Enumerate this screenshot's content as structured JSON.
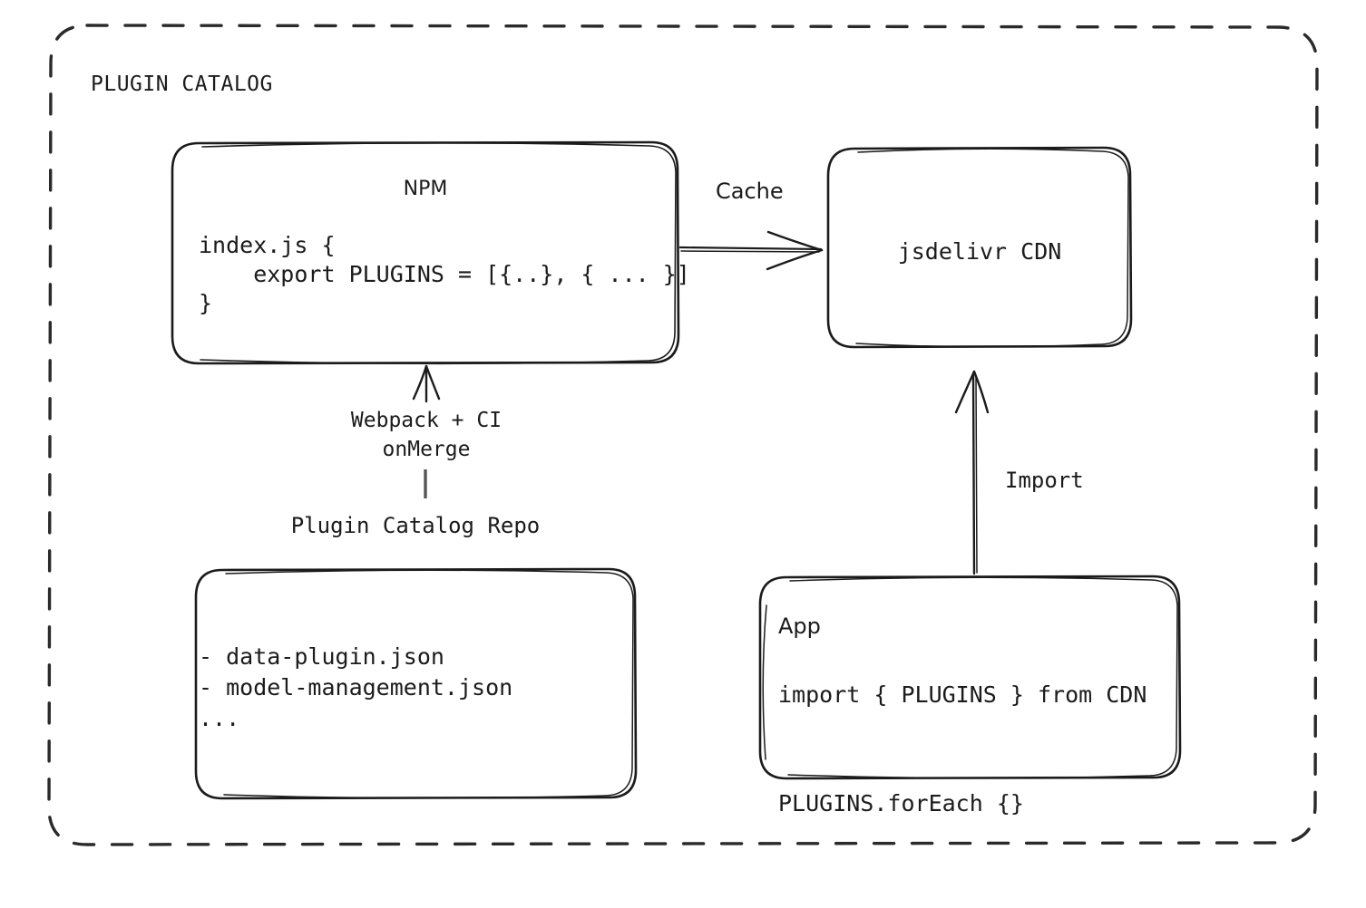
{
  "region": {
    "title": "PLUGIN CATALOG",
    "border_style": "dashed",
    "border_color": "#2a2a2a"
  },
  "theme": {
    "background": "#ffffff",
    "stroke": "#1b1b1b",
    "text": "#1b1b1b"
  },
  "nodes": {
    "npm": {
      "title": "NPM",
      "code": "index.js {\n    export PLUGINS = [{..}, { ... }]\n}"
    },
    "cdn": {
      "title": "jsdelivr CDN"
    },
    "repo": {
      "caption": "Plugin Catalog Repo",
      "items": "- data-plugin.json\n- model-management.json\n..."
    },
    "app": {
      "title": "App",
      "code": "import { PLUGINS } from CDN\n\nPLUGINS.forEach {}"
    }
  },
  "edges": {
    "cache": {
      "label": "Cache",
      "from": "npm",
      "to": "cdn",
      "direction": "right"
    },
    "build": {
      "label": "Webpack + CI\nonMerge",
      "from": "repo",
      "to": "npm",
      "direction": "up"
    },
    "import": {
      "label": "Import",
      "from": "app",
      "to": "cdn",
      "direction": "up"
    }
  }
}
